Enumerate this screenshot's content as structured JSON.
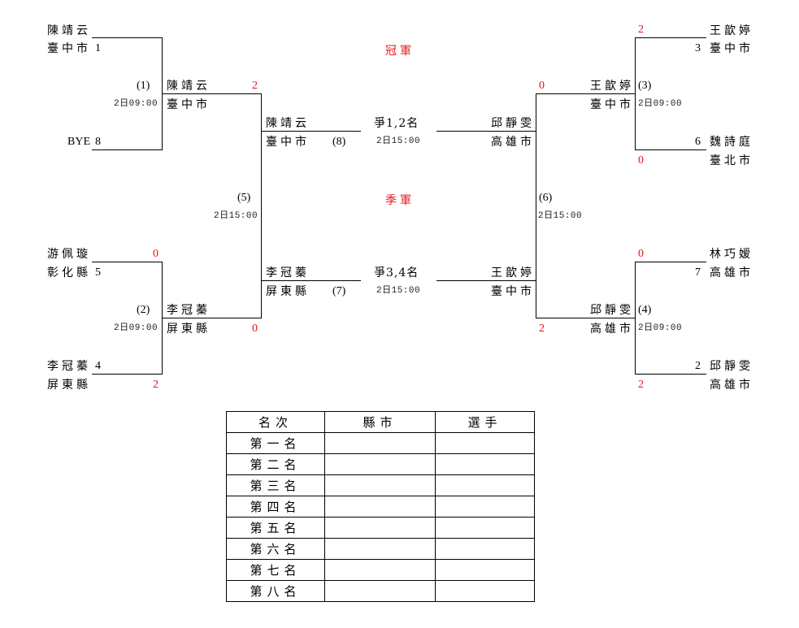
{
  "bracket": {
    "left_top": {
      "seed1": {
        "name": "陳靖云",
        "city": "臺中市",
        "seed": "1"
      },
      "seed8": {
        "name": "BYE",
        "seed": "8"
      }
    },
    "left_bottom": {
      "seed5": {
        "name": "游佩璇",
        "city": "彰化縣",
        "seed": "5",
        "score": "0"
      },
      "seed4": {
        "name": "李冠蓁",
        "city": "屏東縣",
        "seed": "4",
        "score": "2"
      }
    },
    "right_top": {
      "seed3": {
        "name": "王歆婷",
        "city": "臺中市",
        "seed": "3",
        "score": "2"
      },
      "seed6": {
        "name": "魏詩庭",
        "city": "臺北市",
        "seed": "6",
        "score": "0"
      }
    },
    "right_bottom": {
      "seed7": {
        "name": "林巧嫒",
        "city": "高雄市",
        "seed": "7",
        "score": "0"
      },
      "seed2": {
        "name": "邱靜雯",
        "city": "高雄市",
        "seed": "2",
        "score": "2"
      }
    },
    "matches": {
      "m1": {
        "label": "(1)",
        "time": "2日09:00",
        "winner": "陳靖云",
        "winner_city": "臺中市",
        "score": "2"
      },
      "m2": {
        "label": "(2)",
        "time": "2日09:00",
        "winner": "李冠蓁",
        "winner_city": "屏東縣",
        "score": "0"
      },
      "m3": {
        "label": "(3)",
        "time": "2日09:00",
        "winner": "王歆婷",
        "winner_city": "臺中市",
        "score": "0"
      },
      "m4": {
        "label": "(4)",
        "time": "2日09:00",
        "winner": "邱靜雯",
        "winner_city": "高雄市",
        "score": "2"
      },
      "m5": {
        "label": "(5)",
        "time": "2日15:00"
      },
      "m6": {
        "label": "(6)",
        "time": "2日15:00"
      },
      "m7": {
        "label": "(7)"
      },
      "m8": {
        "label": "(8)"
      }
    },
    "final": {
      "title": "冠軍",
      "caption": "爭1,2名",
      "time": "2日15:00",
      "left": {
        "name": "陳靖云",
        "city": "臺中市"
      },
      "right": {
        "name": "邱靜雯",
        "city": "高雄市"
      }
    },
    "third": {
      "title": "季軍",
      "caption": "爭3,4名",
      "time": "2日15:00",
      "left": {
        "name": "李冠蓁",
        "city": "屏東縣"
      },
      "right": {
        "name": "王歆婷",
        "city": "臺中市"
      }
    }
  },
  "ranking_table": {
    "headers": [
      "名次",
      "縣市",
      "選手"
    ],
    "rows": [
      "第一名",
      "第二名",
      "第三名",
      "第四名",
      "第五名",
      "第六名",
      "第七名",
      "第八名"
    ]
  }
}
